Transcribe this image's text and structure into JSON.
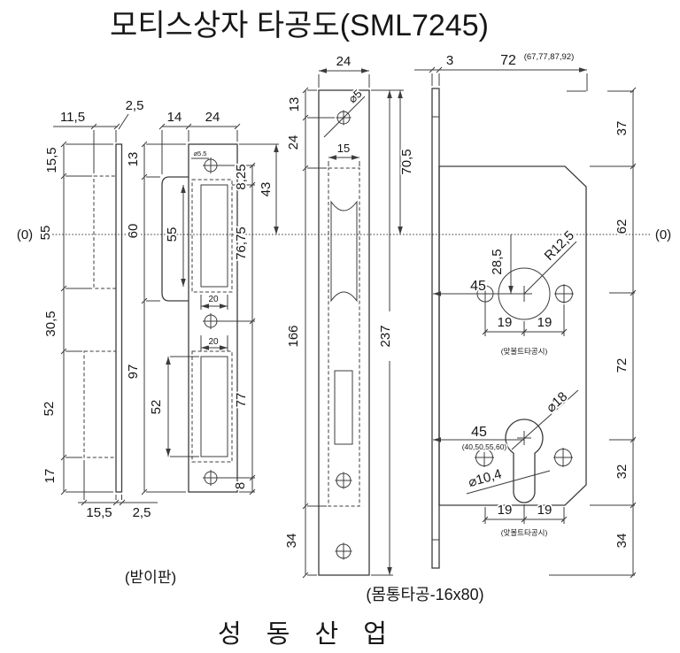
{
  "title": "모티스상자 타공도(SML7245)",
  "company": "성 동 산 업",
  "origin": {
    "left": "(0)",
    "right": "(0)"
  },
  "side_view": {
    "upper_recess_w": "11,5",
    "plate_t_top": "2,5",
    "seg_top": "15,5",
    "seg_upper": "55",
    "seg_mid": "30,5",
    "seg_lower": "52",
    "seg_bottom": "17",
    "lower_recess_w": "15,5",
    "plate_t_bottom": "2,5"
  },
  "strike_view": {
    "caption": "(받이판)",
    "lip_w": "14",
    "plate_w": "24",
    "top_offset": "13",
    "lip_h": "60",
    "lower_h": "97",
    "screw_hole": "⌀5.5",
    "slot_h_upper": "55",
    "slot_w_upper": "20",
    "slot_w_lower": "20",
    "slot_h_lower": "52",
    "hole_to_slot": "8,25",
    "top_to_center": "43",
    "screw_pitch_upper": "76,75",
    "screw_pitch_lower": "77",
    "bottom_offset": "8"
  },
  "face_view": {
    "caption": "(몸통타공-16x80)",
    "plate_w": "24",
    "top_offset": "13",
    "hole_offset": "24",
    "slot_len": "166",
    "bottom_offset": "34",
    "hole_dia": "⌀5",
    "slot_w": "15",
    "top_to_center": "70,5",
    "total_h": "237"
  },
  "body_view": {
    "faceplate_t": "3",
    "backset": "72",
    "backset_variants": "(67,77,87,92)",
    "h_top": "37",
    "h_hub_upper": "62",
    "h_hub_to_cyl": "72",
    "h_cyl_lower": "32",
    "h_bottom": "34",
    "hub_backset": "45",
    "hub_below_center": "28,5",
    "hub_radius": "R12,5",
    "hub_pitch_left": "19",
    "hub_pitch_right": "19",
    "hub_note": "(맞볼트타공시)",
    "cyl_backset": "45",
    "cyl_backset_variants": "(40,50,55,60)",
    "cyl_dia_top": "⌀18",
    "cyl_dia_bottom": "⌀10,4",
    "cyl_pitch_left": "19",
    "cyl_pitch_right": "19",
    "cyl_note": "(맞볼트타공시)"
  }
}
